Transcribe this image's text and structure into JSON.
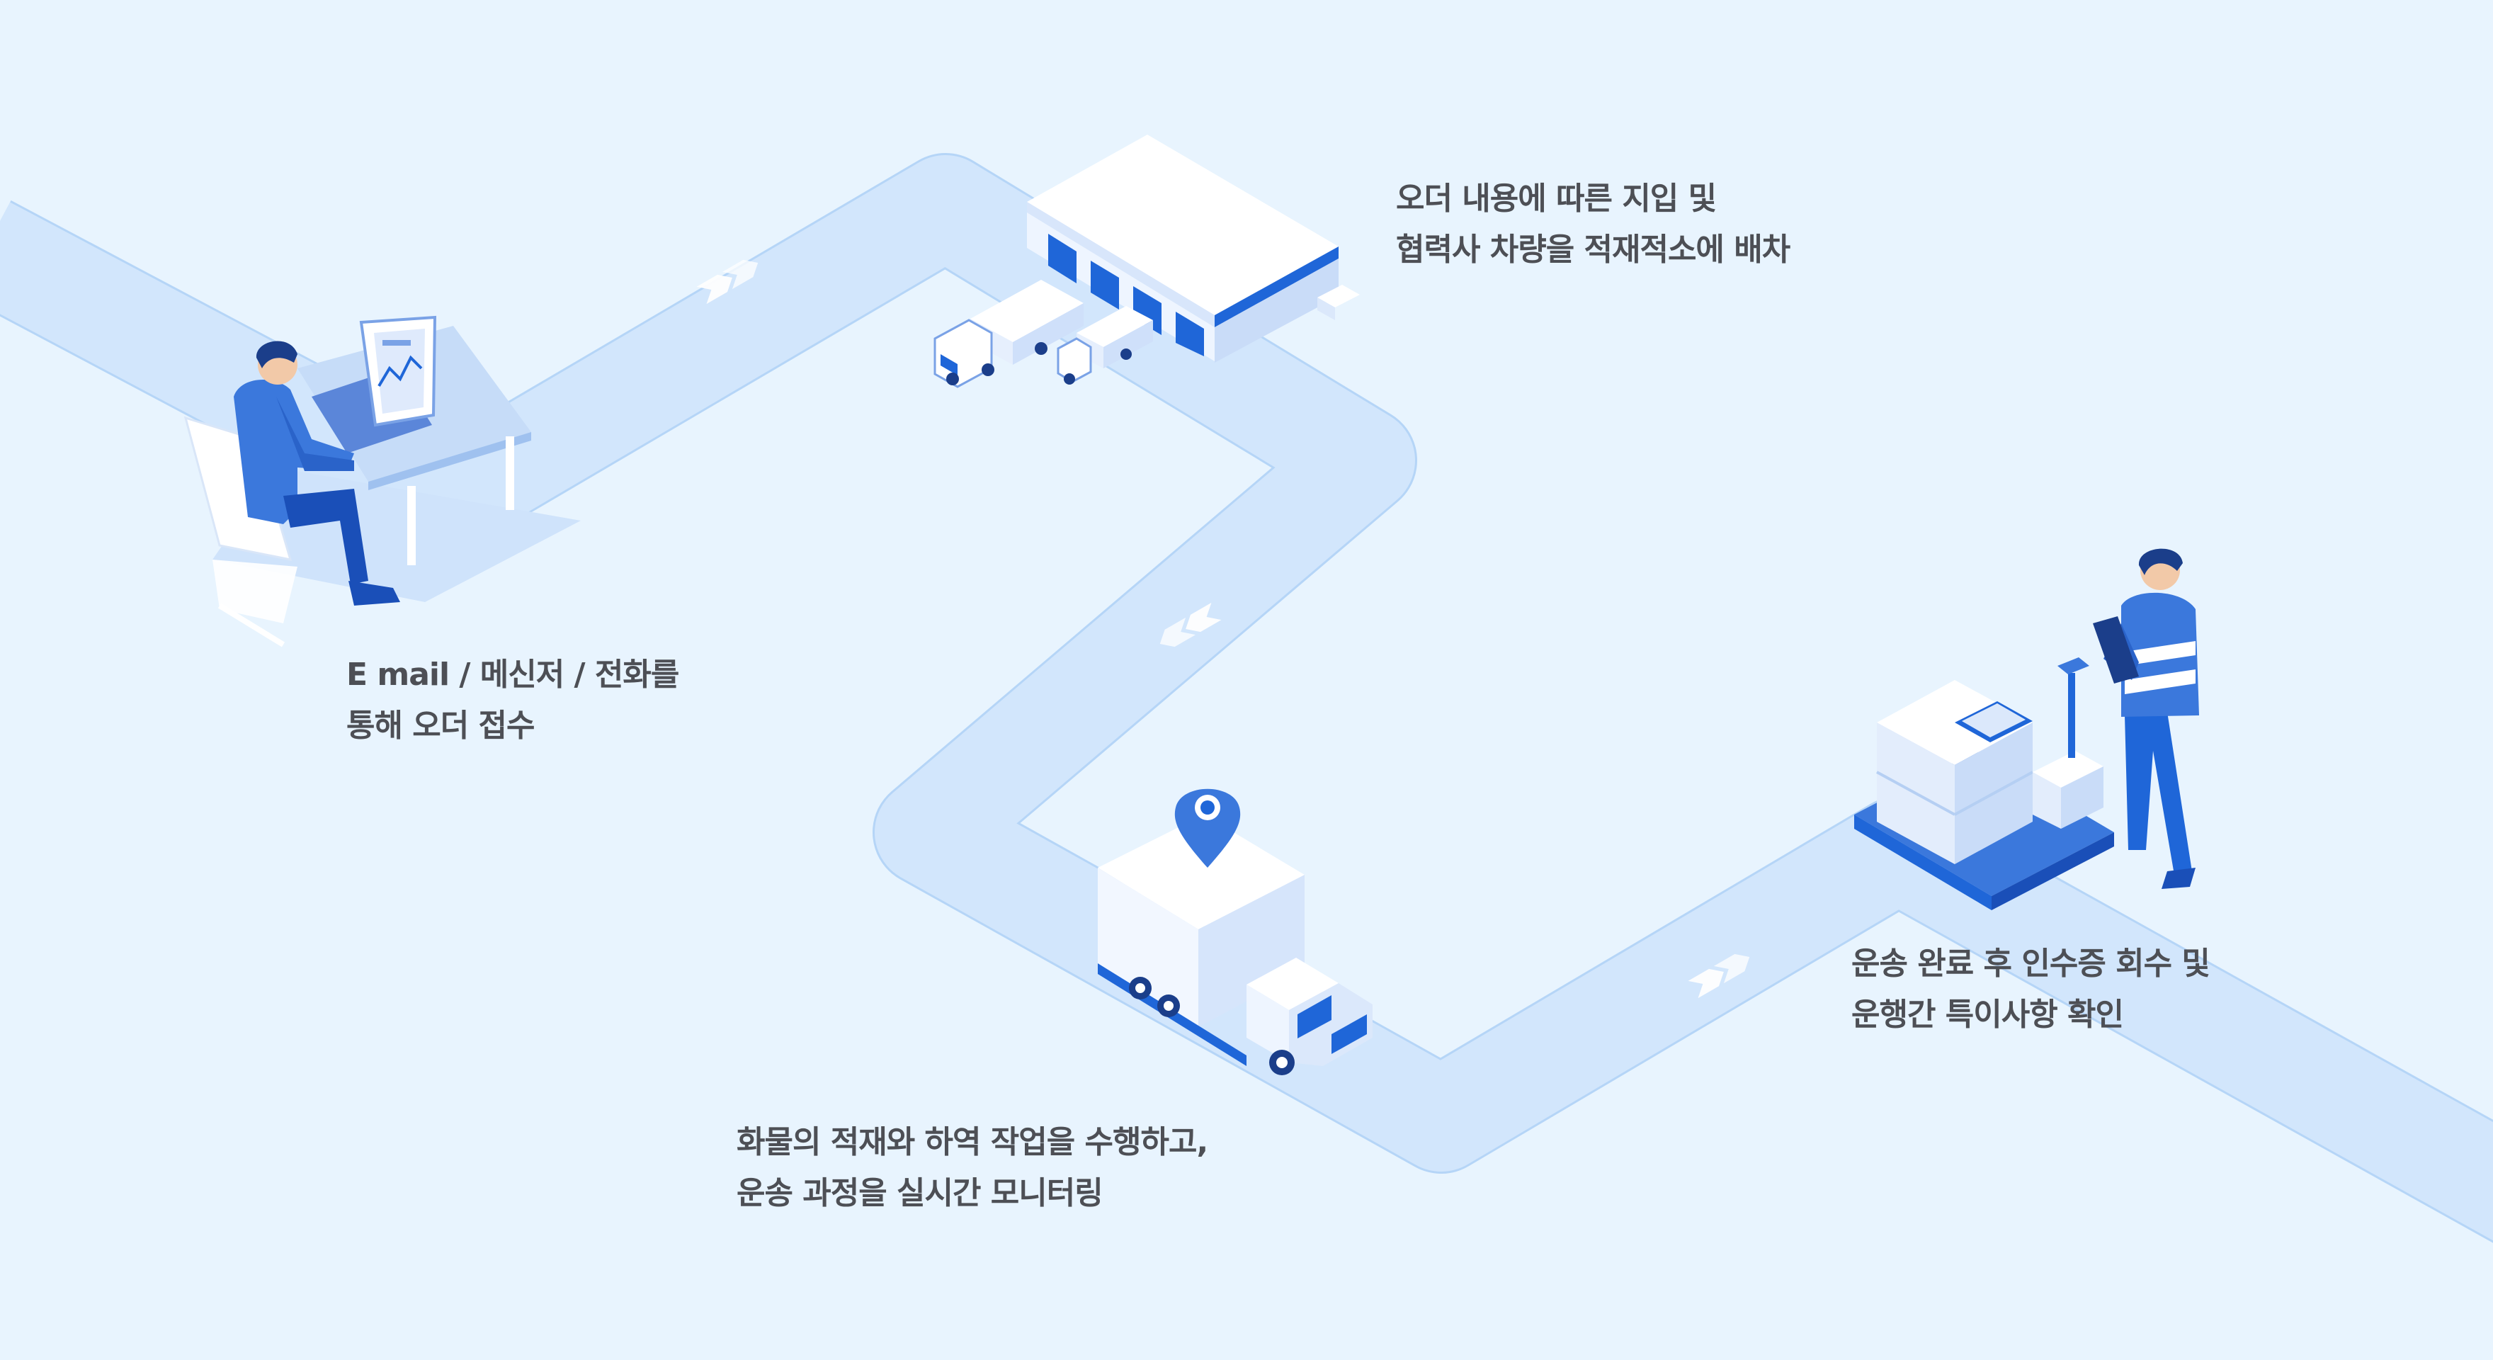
{
  "colors": {
    "background": "#e8f4fe",
    "road": "#d2e6fc",
    "road_edge": "#b5d5f7",
    "accent": "#1f66d8",
    "text": "#4d4f55"
  },
  "steps": [
    {
      "icon": "office-worker-icon",
      "lines": [
        "E mail / 메신저 / 전화를",
        "통해 오더 접수"
      ]
    },
    {
      "icon": "warehouse-icon",
      "lines": [
        "오더 내용에 따른 지입 및",
        "협력사 차량을 적재적소에 배차"
      ]
    },
    {
      "icon": "delivery-truck-icon",
      "lines": [
        "화물의 적재와 하역 작업을 수행하고,",
        "운송 과정을 실시간 모니터링"
      ]
    },
    {
      "icon": "inspector-icon",
      "lines": [
        "운송 완료 후 인수증 회수 및",
        "운행간 특이사항 확인"
      ]
    }
  ]
}
